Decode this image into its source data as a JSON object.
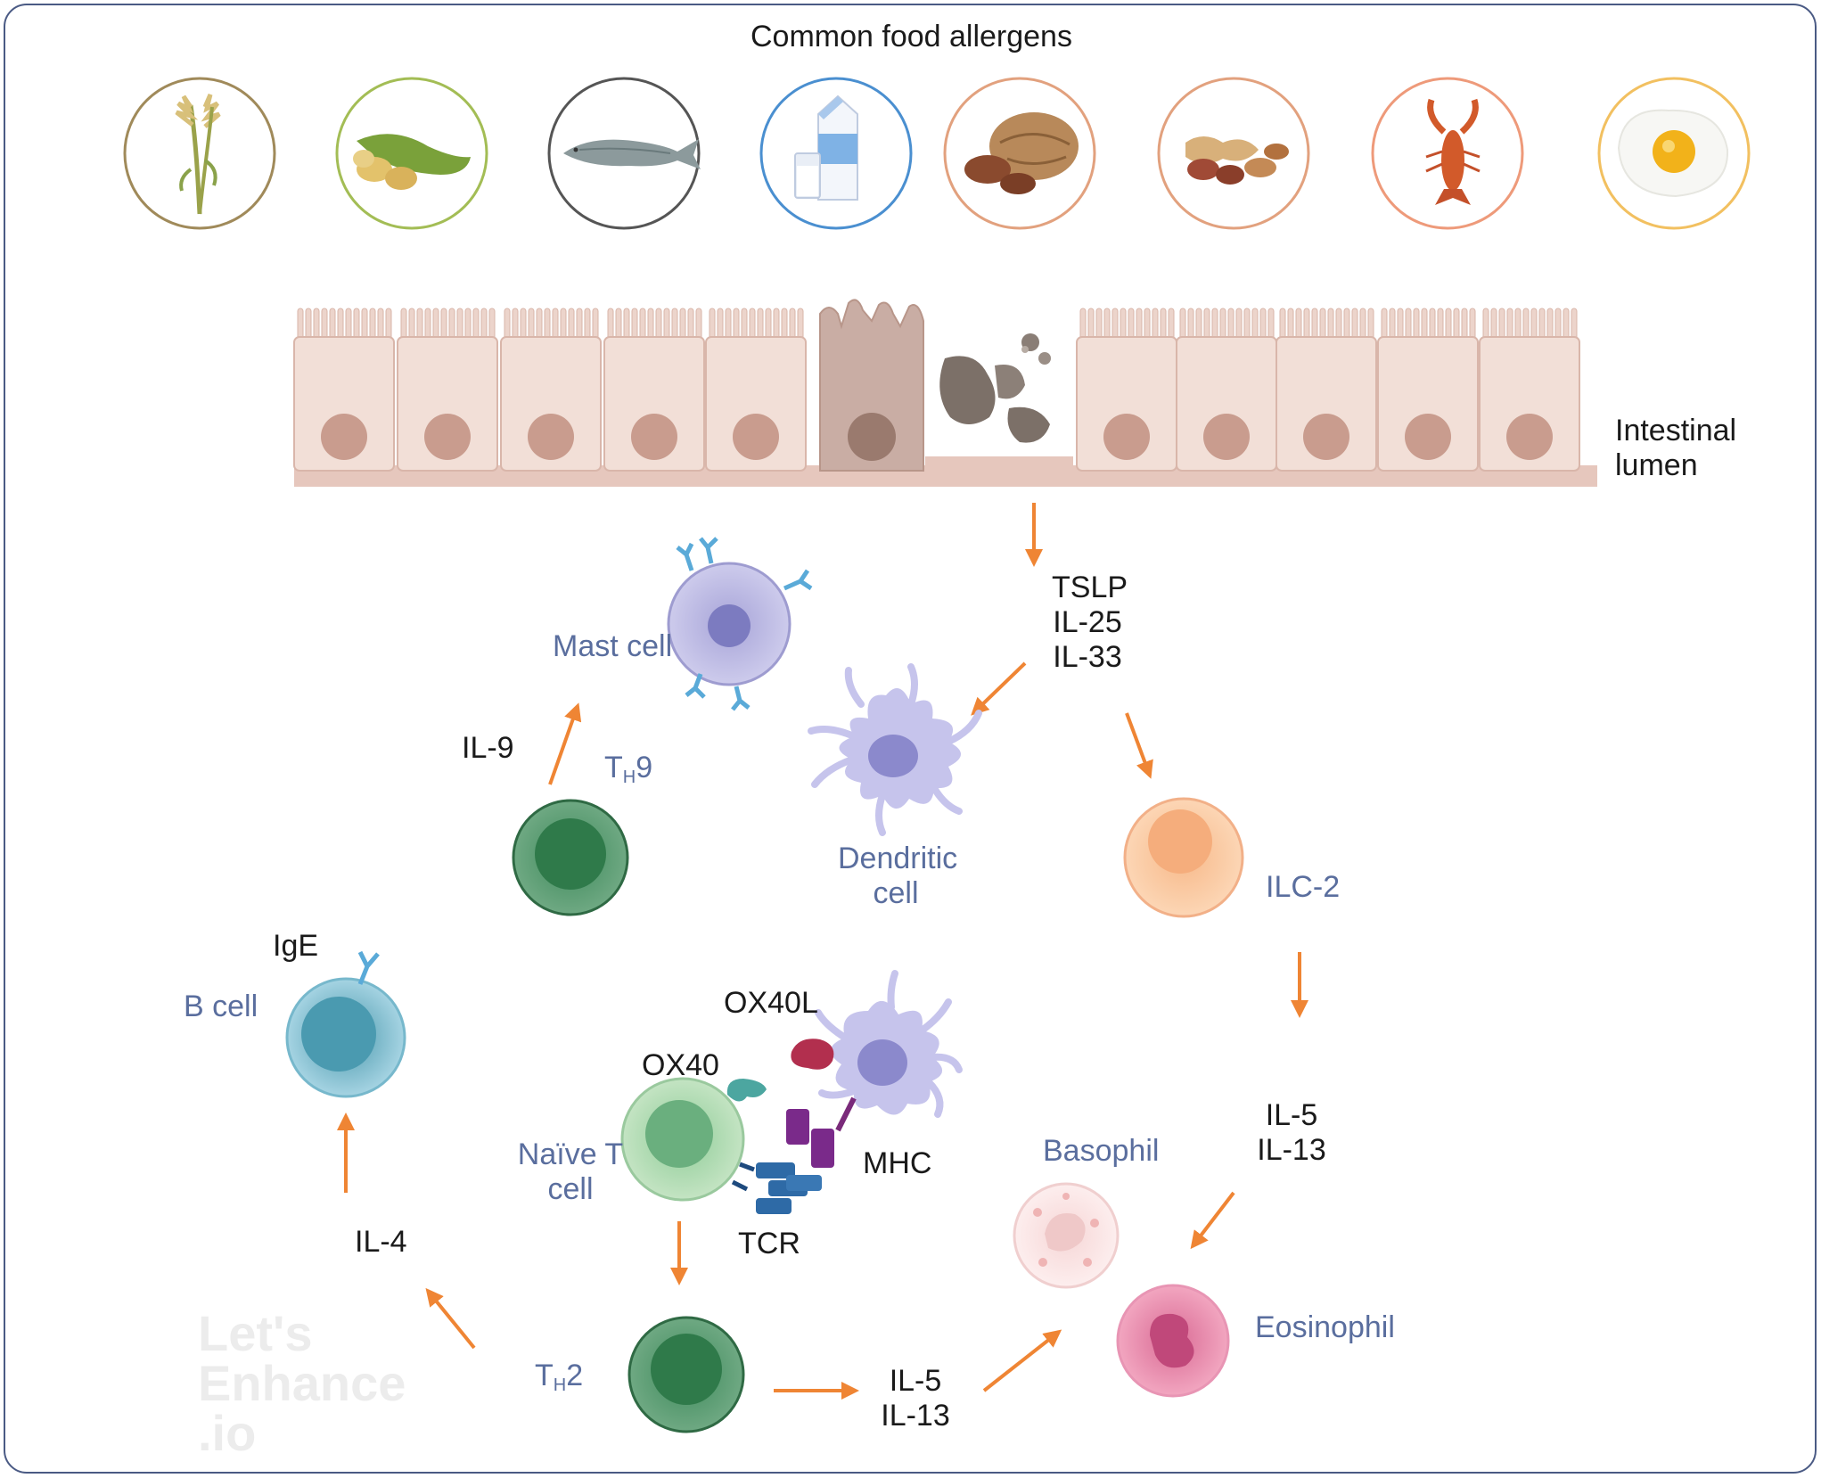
{
  "title": "Common food allergens",
  "labels": {
    "intestinal_lumen_1": "Intestinal",
    "intestinal_lumen_2": "lumen",
    "tslp": "TSLP",
    "il25": "IL-25",
    "il33": "IL-33",
    "mast_cell": "Mast cell",
    "il9": "IL-9",
    "th9_main": "T",
    "th9_sub": "H",
    "th9_num": "9",
    "dendritic_1": "Dendritic",
    "dendritic_2": "cell",
    "ilc2": "ILC-2",
    "ige": "IgE",
    "b_cell": "B cell",
    "ox40l": "OX40L",
    "ox40": "OX40",
    "naive_1": "Naïve T",
    "naive_2": "cell",
    "mhc": "MHC",
    "tcr": "TCR",
    "il5_right": "IL-5",
    "il13_right": "IL-13",
    "basophil": "Basophil",
    "eosinophil": "Eosinophil",
    "il4": "IL-4",
    "th2_main": "T",
    "th2_sub": "H",
    "th2_num": "2",
    "il5_bottom": "IL-5",
    "il13_bottom": "IL-13"
  },
  "watermark": [
    "Let's",
    "Enhance",
    ".io"
  ],
  "allergens": [
    {
      "icon": "wheat-icon",
      "ring": "#a08a5a"
    },
    {
      "icon": "soybean-icon",
      "ring": "#a3bd55"
    },
    {
      "icon": "fish-icon",
      "ring": "#555555"
    },
    {
      "icon": "milk-icon",
      "ring": "#4a8fd0"
    },
    {
      "icon": "walnut-icon",
      "ring": "#e2a17e"
    },
    {
      "icon": "peanut-icon",
      "ring": "#e2a17e"
    },
    {
      "icon": "lobster-icon",
      "ring": "#ee9a7a"
    },
    {
      "icon": "egg-icon",
      "ring": "#f2c060"
    }
  ],
  "colors": {
    "arrow": "#ef8534",
    "label_blue": "#5a6e9e",
    "frame": "#4a5a84"
  }
}
